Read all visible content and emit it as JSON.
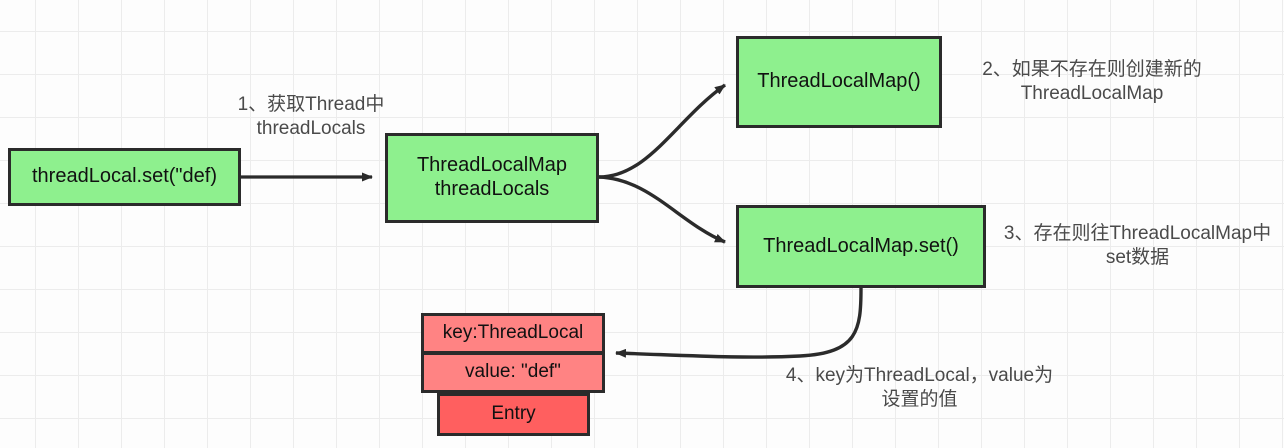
{
  "diagram": {
    "title": "ThreadLocal set flow",
    "colors": {
      "node_green": "#8ef08e",
      "entry_cell": "#ff8383",
      "entry_main": "#ff5f5f",
      "border": "#2b2b2b",
      "label_text": "#4a4a4a",
      "grid": "#ececec"
    },
    "nodes": {
      "set_call": "threadLocal.set(\"def)",
      "thread_locals": "ThreadLocalMap\nthreadLocals",
      "new_map": "ThreadLocalMap()",
      "map_set": "ThreadLocalMap.set()",
      "entry_key": "key:ThreadLocal",
      "entry_value": "value: \"def\"",
      "entry_name": "Entry"
    },
    "labels": {
      "step1": "1、获取Thread中\nthreadLocals",
      "step2": "2、如果不存在则创建新的\nThreadLocalMap",
      "step3": "3、存在则往ThreadLocalMap中\nset数据",
      "step4": "4、key为ThreadLocal，value为\n设置的值"
    }
  }
}
